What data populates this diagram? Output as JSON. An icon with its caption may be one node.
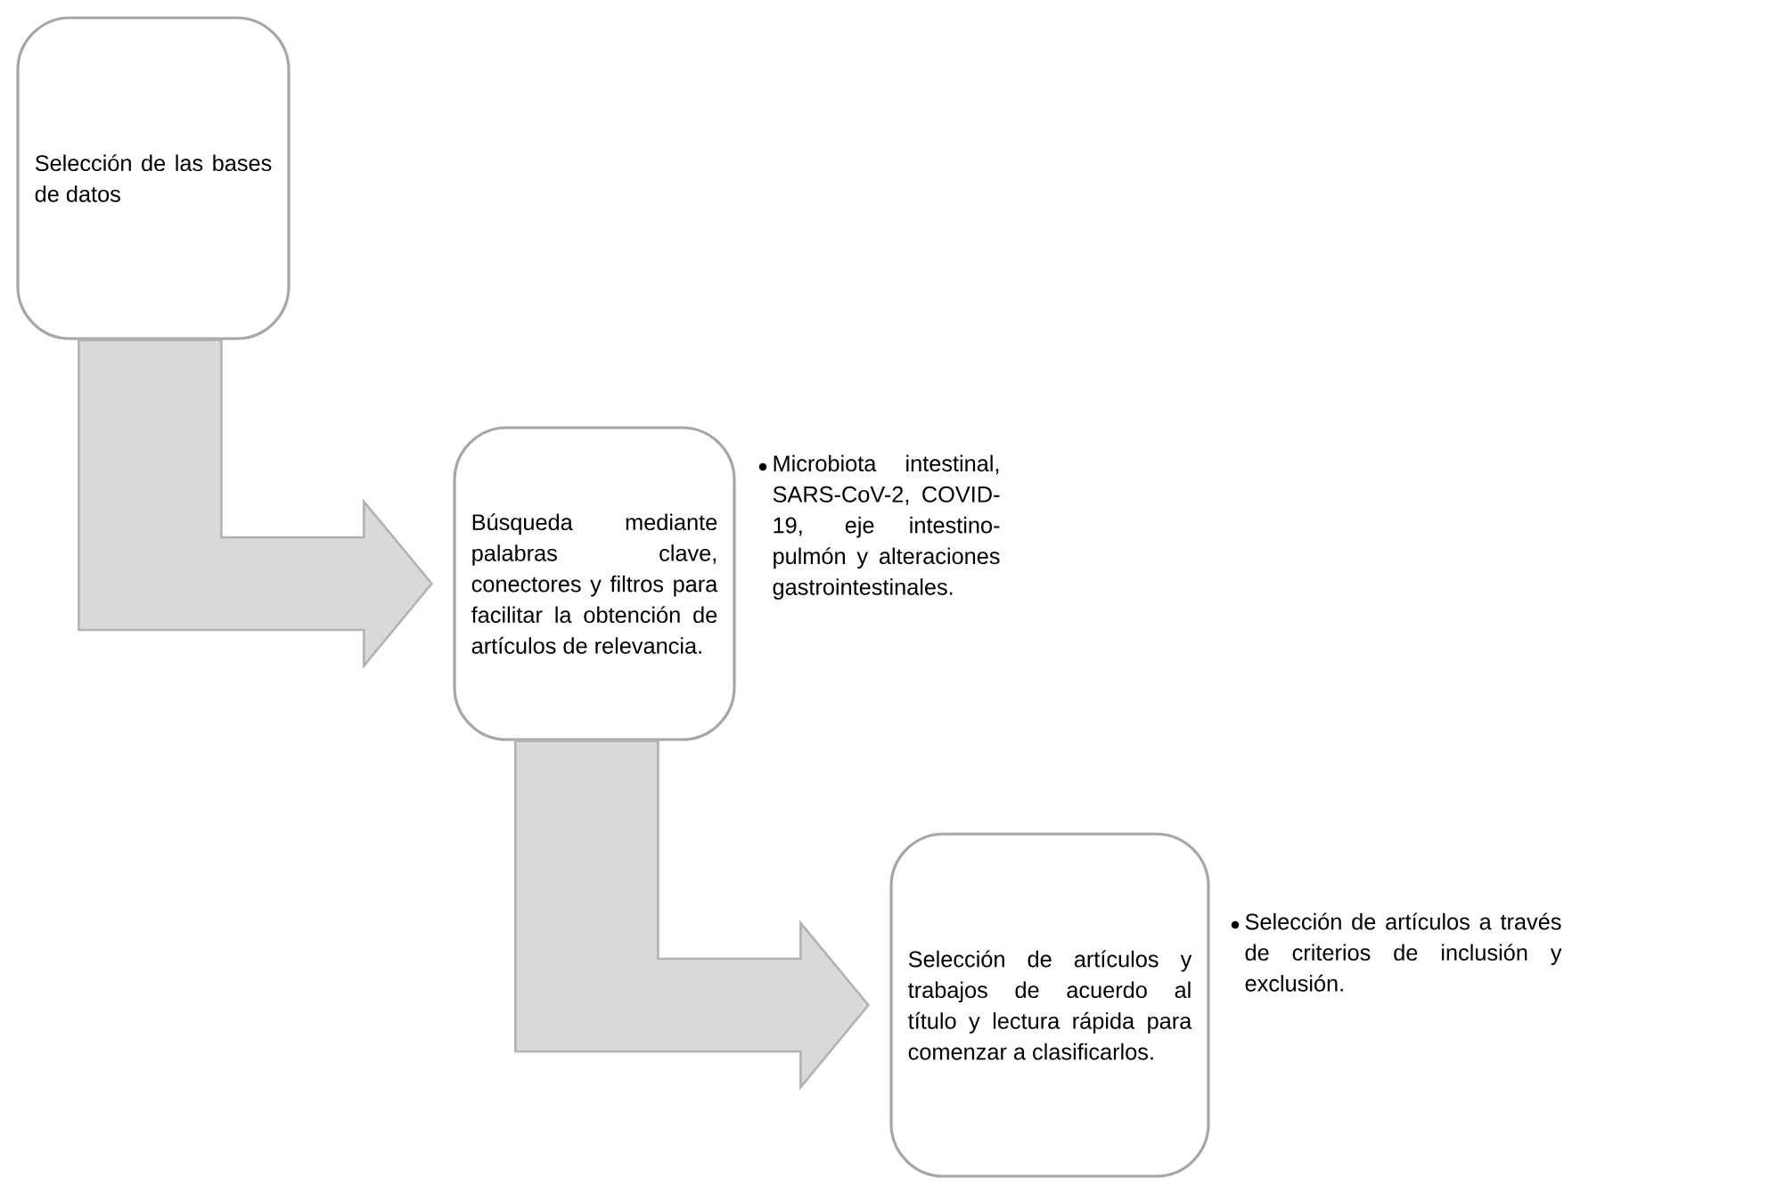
{
  "diagram": {
    "nodes": [
      {
        "text": [
          "Selección de las bases de datos"
        ]
      },
      {
        "text": [
          "Búsqueda mediante palabras clave, conectores y filtros para facilitar la obtención de artículos de relevancia."
        ],
        "beside": [
          "Microbiota intestinal, SARS-CoV-2, COVID-19, eje intestino-pulmón y alteraciones gastrointestinales."
        ]
      },
      {
        "text": [
          "Selección de artículos y trabajos de acuerdo al título y lectura rápida para comenzar a clasificarlos."
        ],
        "beside": [
          "Selección de artículos a través de criterios de inclusión y exclusión."
        ]
      }
    ],
    "edges": [
      {
        "from": 0,
        "to": 1,
        "arrow": "to"
      },
      {
        "from": 1,
        "to": 2,
        "arrow": "to"
      }
    ]
  }
}
